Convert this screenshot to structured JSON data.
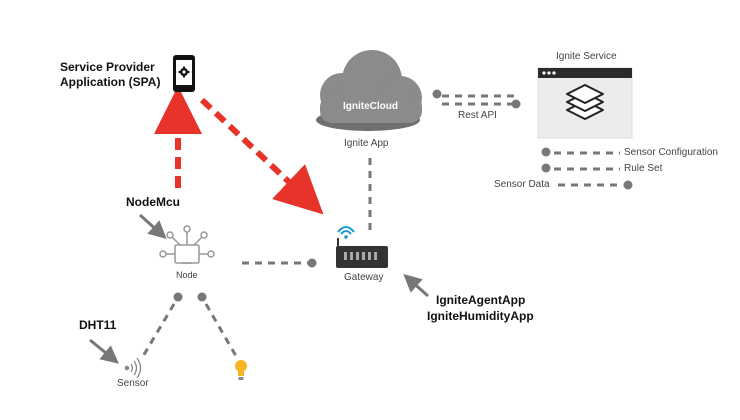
{
  "spa": {
    "label_line1": "Service Provider",
    "label_line2": "Application (SPA)",
    "icon": "smartphone-gear-icon"
  },
  "cloud": {
    "name": "IgniteCloud",
    "caption": "Ignite App",
    "icon": "cloud-icon"
  },
  "service": {
    "title": "Ignite Service",
    "icon": "layers-stack-icon",
    "rest_label": "Rest API",
    "items": [
      "Sensor Configuration",
      "Rule Set",
      "Sensor Data"
    ]
  },
  "node": {
    "caption": "Node",
    "pointer_label": "NodeMcu",
    "icon": "network-node-icon"
  },
  "gateway": {
    "caption": "Gateway",
    "icon": "router-wifi-icon",
    "apps": [
      "IgniteAgentApp",
      "IgniteHumidityApp"
    ]
  },
  "sensor": {
    "caption": "Sensor",
    "pointer_label": "DHT11",
    "icon": "sensor-wave-icon"
  },
  "bulb": {
    "icon": "lightbulb-icon"
  },
  "colors": {
    "accent_red": "#e8332a",
    "dash_gray": "#777777",
    "cloud_fill": "#8b8b8b",
    "panel_fill": "#ececec"
  }
}
